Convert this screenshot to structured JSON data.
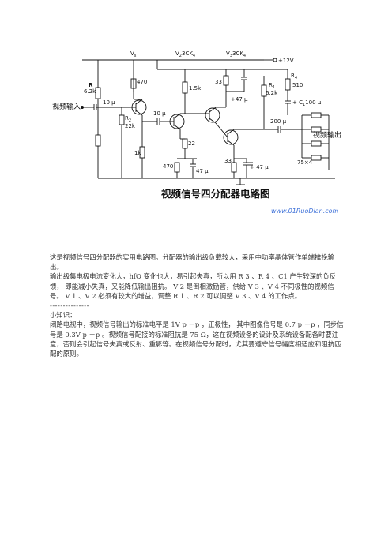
{
  "figure": {
    "title": "视频信号四分配器电路图",
    "watermark": "www.01RuoDian.com",
    "labels": {
      "vs": "V",
      "vs_sub": "s",
      "v2": "V",
      "v2_sub": "2",
      "v2_type": "3CK",
      "v2_type_sub": "4",
      "v3": "V",
      "v3_sub": "3",
      "v3_type": "3CK",
      "v3_type_sub": "4",
      "supply": "+12V",
      "r_label": "R",
      "r_value": "6.2k",
      "input": "视频输入",
      "c_in": "10 μ",
      "r2_label": "R",
      "r2_sub": "2",
      "r2_value": "22k",
      "r470_top": "470",
      "r1k": "1k",
      "c10u_mid": "10 μ",
      "r1_5k": "1.5k",
      "r33_top": "33",
      "c47_top": "+47 μ",
      "r1_label": "R",
      "r1_sub": "1",
      "r1_value": "6.2k",
      "r4_label": "R",
      "r4_sub": "4",
      "r510": "510",
      "c1_label": "+ C",
      "c1_sub": "1",
      "c1_value": "100 μ",
      "c200u": "200 μ",
      "r22": "22",
      "r470_bot": "470",
      "c47_bot": "47 μ",
      "r33_bot": "33",
      "c47_bot2": "+ 47 μ",
      "output": "视频输出",
      "r75": "75×4"
    }
  },
  "paragraphs": [
    "这是视频信号四分配器的实用电路图。分配器的输出级负载较大，采用中功率晶体管作单端推挽输出。",
    "输出级集电极电流变化大，hfO 变化也大，易引起失真，所以用 R 3 、R 4 、C1 产生较深的负反馈， 即能减小失真，又能降低输出阻抗。 V 2 是倒相激励管，供给 V 3 、V 4 不同极性的视频信号。 V 1 、V 2 必须有较大的增益，调整 R 1 、R 2 可以调整 V 3 、V 4 的工作点。",
    "---------------",
    "小知识：",
    "闭路电视中，视频信号输出的标准电平是 1V p －p ，正极性， 其中图像信号是 0.7 p －p ，同步信号是 0.3V p －p 。视频信号配接的标准阻抗是 75 Ω，这在视频设备的设计及系统设备配备时要注意，否则会引起信号失真或反射、重影等。在视频信号分配时，尤其要遵守信号幅度相适应和阻抗匹配的原则。"
  ]
}
